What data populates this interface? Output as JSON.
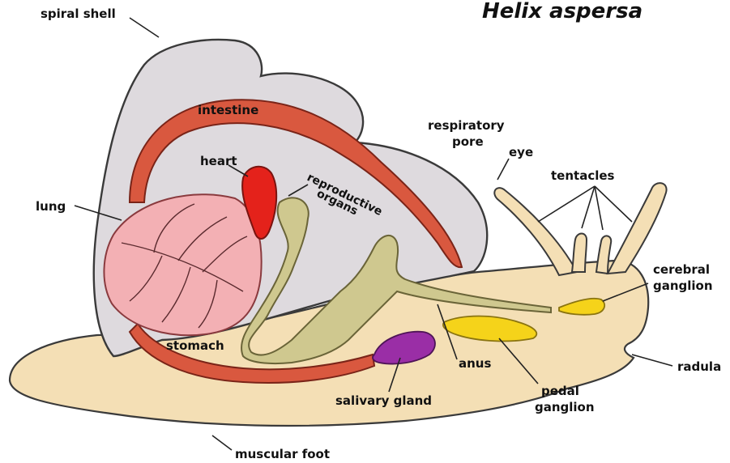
{
  "title": "Helix aspersa",
  "labels": {
    "spiral_shell": "spiral shell",
    "intestine": "intestine",
    "heart": "heart",
    "lung": "lung",
    "reproductive": "reproductive",
    "organs": "organs",
    "respiratory": "respiratory",
    "pore": "pore",
    "eye": "eye",
    "tentacles": "tentacles",
    "cerebral": "cerebral",
    "ganglion": "ganglion",
    "stomach": "stomach",
    "anus": "anus",
    "radula": "radula",
    "salivary_gland": "salivary gland",
    "pedal": "pedal",
    "pedal_ganglion": "ganglion",
    "muscular_foot": "muscular foot"
  },
  "colors": {
    "shell": "#dedade",
    "body": "#f4dfb5",
    "intestine": "#d9583f",
    "heart": "#e4221b",
    "lung": "#f3b0b4",
    "reproductive": "#cfc88f",
    "ganglion": "#f5d31a",
    "salivary_gland": "#9a2ea6",
    "outline": "#3a3a3a"
  }
}
